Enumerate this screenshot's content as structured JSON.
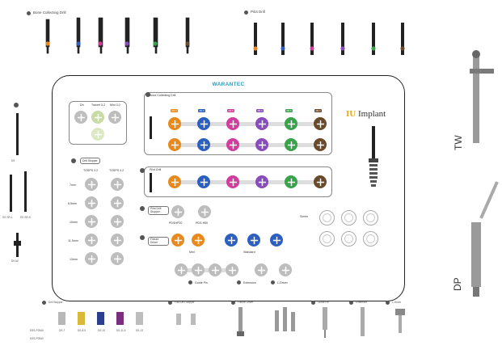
{
  "top_left": {
    "title": "Bone Collecting Drill"
  },
  "top_right": {
    "title": "Pilot Drill"
  },
  "left_tools": {
    "label_1": "DS",
    "label_2": "DS SR-L",
    "label_3": "DS SR-S",
    "label_4": "DH-W"
  },
  "tray": {
    "brand": "WARANTEC",
    "logo_prefix": "IU",
    "logo_text": "Implant",
    "bone_collecting": {
      "title": "Bone Collecting Drill",
      "chips": [
        "Ø3.6",
        "Ø4.0",
        "Ø4.5",
        "Ø5.0",
        "Ø5.5",
        "Ø6.0"
      ],
      "chip_colors": [
        "#e8891e",
        "#2c5fbf",
        "#d03d9e",
        "#8a4bbd",
        "#3aa24a",
        "#6b4a2b"
      ]
    },
    "pilot_drill": {
      "title": "Pilot Drill"
    },
    "top_group": {
      "col1": "Dh",
      "col2": "Traverl 3.2",
      "col3": "Mini 3.0"
    },
    "drill_stopper": {
      "title": "Drill Stopper",
      "col1": "TOSPS 3.2",
      "col2": "TOSPS 4.2",
      "rows": [
        "7mm",
        "8.5mm",
        "10mm",
        "11.5mm",
        "13mm"
      ]
    },
    "pilot_drill_stopper": {
      "title": "Pilot Drill Stopper",
      "labels": [
        "PDSHP20",
        "PDS-H50"
      ]
    },
    "fixture_driver": {
      "title": "Fixture Driver",
      "mini": "Mini",
      "standard": "Standard"
    },
    "bottom": {
      "guide_pin": "Guide Pin",
      "extension": "Extension",
      "ldriver": "L-Driver"
    },
    "right_label": "Screw"
  },
  "vertical": {
    "tw": "TW",
    "dp": "DP"
  },
  "bottom_row": {
    "sections": [
      "Drill Stopper",
      "Pilot Drill Stopper",
      "Fixture Driver",
      "Guide Pin",
      "Extension",
      "L-Driver"
    ],
    "stopper_labels": [
      "DS-7",
      "DS-8.5",
      "DS-10",
      "DS-11.5",
      "DS-13"
    ],
    "stopper_left": [
      "DSS-P2540",
      "DSS-P2540"
    ]
  }
}
